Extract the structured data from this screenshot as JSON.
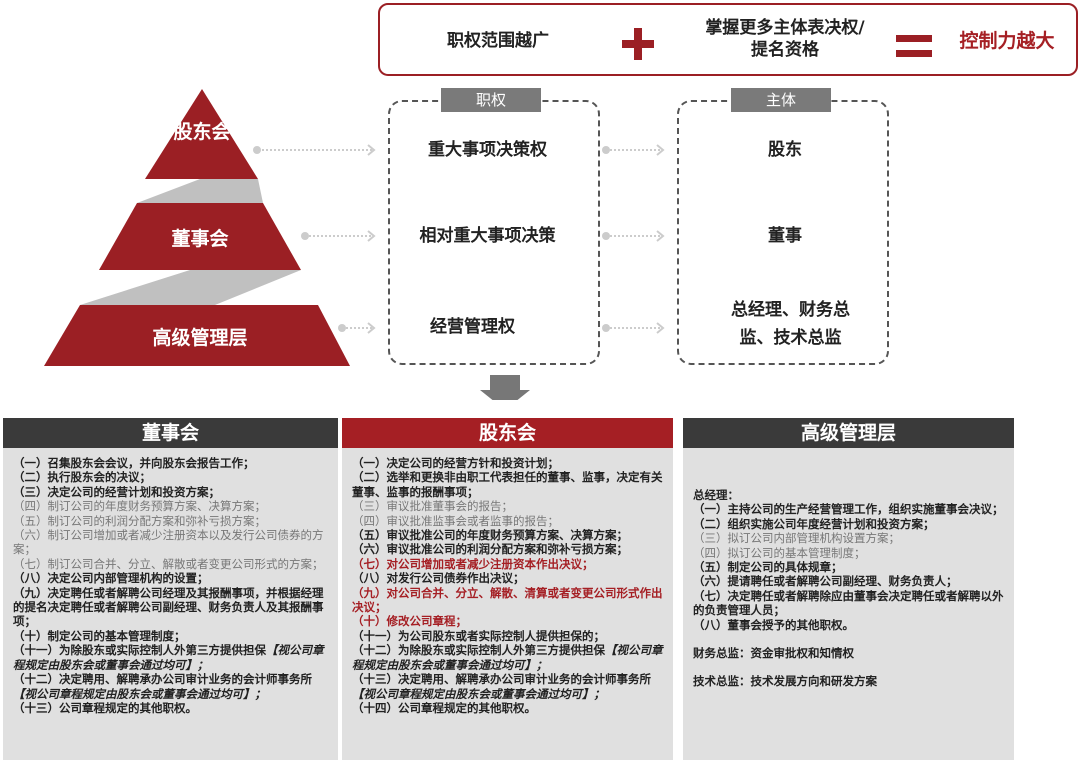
{
  "top": {
    "item1": "职权范围越广",
    "item2": "掌握更多主体表决权/提名资格",
    "result": "控制力越大"
  },
  "pyramid": {
    "levels": [
      "股东会",
      "董事会",
      "高级管理层"
    ]
  },
  "power_box": {
    "label": "职权",
    "items": [
      "重大事项决策权",
      "相对重大事项决策",
      "经营管理权"
    ]
  },
  "subject_box": {
    "label": "主体",
    "items": [
      "股东",
      "董事",
      "总经理、财务总监、技术总监"
    ]
  },
  "colors": {
    "accent": "#9b1f24",
    "dark": "#3a3a3a",
    "gray": "#7a7a7a"
  },
  "panels": [
    {
      "title": "董事会",
      "items": [
        {
          "t": "（一）召集股东会会议，并向股东会报告工作；",
          "s": "b"
        },
        {
          "t": "（二）执行股东会的决议；",
          "s": "b"
        },
        {
          "t": "（三）决定公司的经营计划和投资方案；",
          "s": "b"
        },
        {
          "t": "（四）制订公司的年度财务预算方案、决算方案；",
          "s": "l"
        },
        {
          "t": "（五）制订公司的利润分配方案和弥补亏损方案；",
          "s": "l"
        },
        {
          "t": "（六）制订公司增加或者减少注册资本以及发行公司债券的方案；",
          "s": "l"
        },
        {
          "t": "（七）制订公司合并、分立、解散或者变更公司形式的方案；",
          "s": "l"
        },
        {
          "t": "（八）决定公司内部管理机构的设置；",
          "s": "b"
        },
        {
          "t": "（九）决定聘任或者解聘公司经理及其报酬事项，并根据经理的提名决定聘任或者解聘公司副经理、财务负责人及其报酬事项；",
          "s": "b"
        },
        {
          "t": "（十）制定公司的基本管理制度；",
          "s": "b"
        },
        {
          "t": "（十一）为除股东或实际控制人外第三方提供担保",
          "note": "【视公司章程规定由股东会或董事会通过均可】；",
          "s": "b"
        },
        {
          "t": "（十二）决定聘用、解聘承办公司审计业务的会计师事务所",
          "note": "【视公司章程规定由股东会或董事会通过均可】；",
          "s": "b"
        },
        {
          "t": "（十三）公司章程规定的其他职权。",
          "s": "b"
        }
      ]
    },
    {
      "title": "股东会",
      "items": [
        {
          "t": "（一）决定公司的经营方针和投资计划；",
          "s": "b"
        },
        {
          "t": "（二）选举和更换非由职工代表担任的董事、监事，决定有关董事、监事的报酬事项；",
          "s": "b"
        },
        {
          "t": "（三）审议批准董事会的报告；",
          "s": "l"
        },
        {
          "t": "（四）审议批准监事会或者监事的报告；",
          "s": "l"
        },
        {
          "t": "（五）审议批准公司的年度财务预算方案、决算方案；",
          "s": "b"
        },
        {
          "t": "（六）审议批准公司的利润分配方案和弥补亏损方案；",
          "s": "b"
        },
        {
          "t": "（七）对公司增加或者减少注册资本作出决议；",
          "s": "r"
        },
        {
          "t": "（八）对发行公司债券作出决议；",
          "s": "b"
        },
        {
          "t": "（九）对公司合并、分立、解散、清算或者变更公司形式作出决议；",
          "s": "r"
        },
        {
          "t": "（十）修改公司章程；",
          "s": "r"
        },
        {
          "t": "（十一）为公司股东或者实际控制人提供担保的；",
          "s": "b"
        },
        {
          "t": "（十二）为除股东或实际控制人外第三方提供担保",
          "note": "【视公司章程规定由股东会或董事会通过均可】；",
          "s": "b"
        },
        {
          "t": "（十三）决定聘用、解聘承办公司审计业务的会计师事务所",
          "note": "【视公司章程规定由股东会或董事会通过均可】；",
          "s": "b"
        },
        {
          "t": "（十四）公司章程规定的其他职权。",
          "s": "b"
        }
      ]
    },
    {
      "title": "高级管理层",
      "items": [
        {
          "t": "总经理：",
          "s": "b"
        },
        {
          "t": "（一）主持公司的生产经营管理工作，组织实施董事会决议；",
          "s": "b"
        },
        {
          "t": "（二）组织实施公司年度经营计划和投资方案；",
          "s": "b"
        },
        {
          "t": "（三）拟订公司内部管理机构设置方案；",
          "s": "l"
        },
        {
          "t": "（四）拟订公司的基本管理制度；",
          "s": "l"
        },
        {
          "t": "（五）制定公司的具体规章；",
          "s": "b"
        },
        {
          "t": "（六）提请聘任或者解聘公司副经理、财务负责人；",
          "s": "b"
        },
        {
          "t": "（七）决定聘任或者解聘除应由董事会决定聘任或者解聘以外的负责管理人员；",
          "s": "b"
        },
        {
          "t": "（八）董事会授予的其他职权。",
          "s": "b"
        },
        {
          "t": "财务总监：资金审批权和知情权",
          "s": "b",
          "gap": true
        },
        {
          "t": "技术总监：技术发展方向和研发方案",
          "s": "b",
          "gap": true
        }
      ]
    }
  ]
}
